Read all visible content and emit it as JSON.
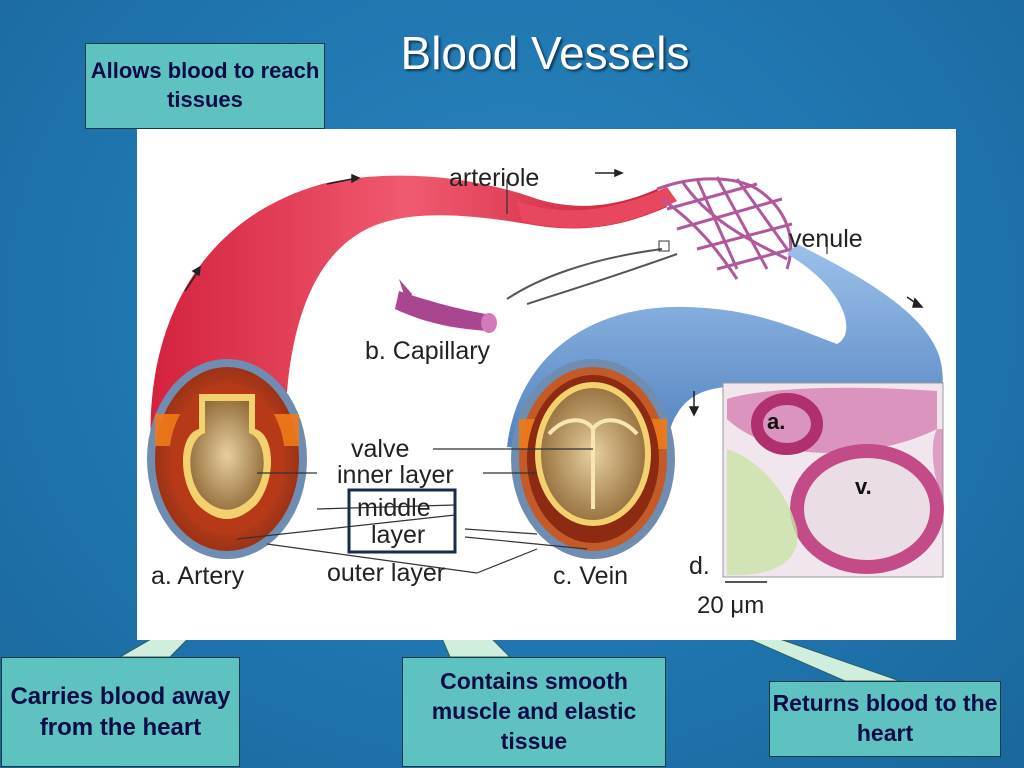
{
  "title": "Blood Vessels",
  "callouts": {
    "top_left": "Allows blood to reach tissues",
    "bottom_left": "Carries blood away from the heart",
    "bottom_middle": "Contains smooth muscle and elastic tissue",
    "bottom_right": "Returns blood to the heart"
  },
  "figure_labels": {
    "arteriole": "arteriole",
    "venule": "venule",
    "capillary": "b. Capillary",
    "valve": "valve",
    "inner_layer": "inner layer",
    "middle_layer_1": "middle",
    "middle_layer_2": "layer",
    "outer_layer": "outer layer",
    "artery": "a. Artery",
    "vein": "c. Vein",
    "micrograph_d": "d.",
    "micrograph_a": "a.",
    "micrograph_v": "v.",
    "scale_bar": "20 μm"
  },
  "colors": {
    "background": "#1f74ad",
    "callout_fill": "#5ec3c0",
    "artery": "#e0374f",
    "vein": "#6c9bd0",
    "capillary": "#b0589a"
  }
}
